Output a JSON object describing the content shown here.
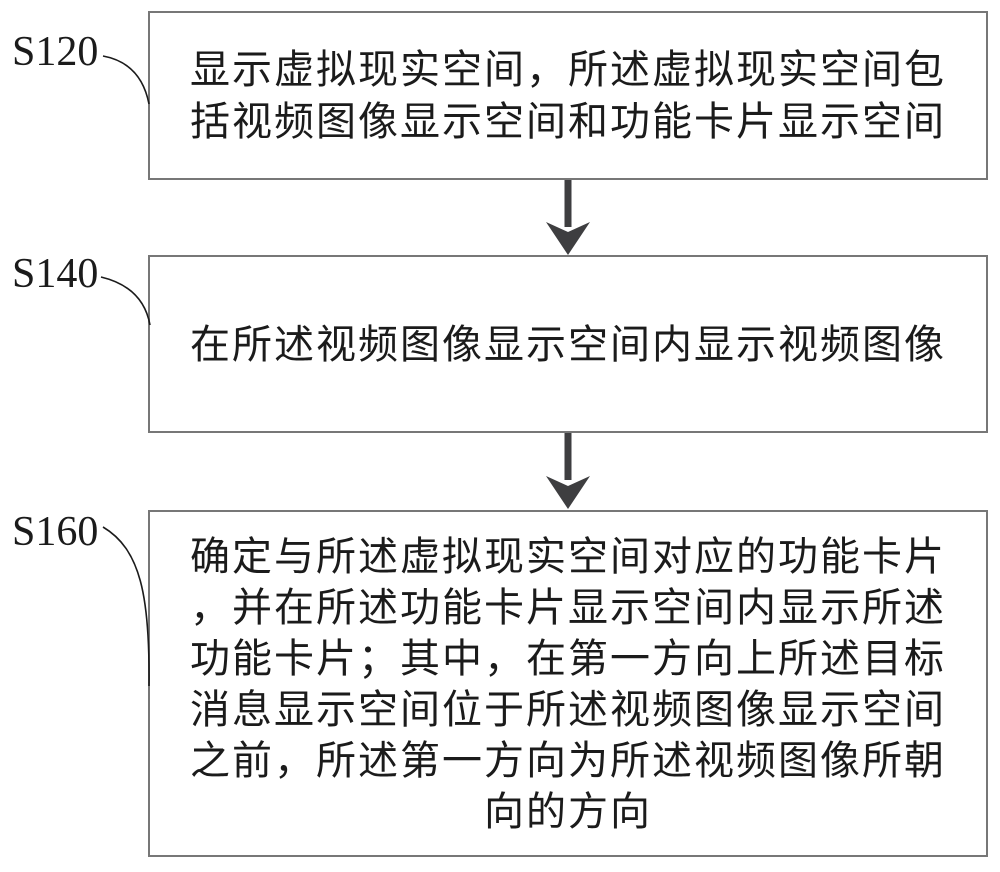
{
  "figure": {
    "type": "flowchart",
    "colors": {
      "ink": "#1b1b1b",
      "border": "#777777",
      "arrow": "#3e3e40",
      "bg": "#ffffff"
    },
    "steps": [
      {
        "label": "S120",
        "lines": [
          "显示虚拟现实空间，所述虚拟现实空间包",
          "括视频图像显示空间和功能卡片显示空间"
        ]
      },
      {
        "label": "S140",
        "lines": [
          "在所述视频图像显示空间内显示视频图像"
        ]
      },
      {
        "label": "S160",
        "lines": [
          "确定与所述虚拟现实空间对应的功能卡片",
          "，并在所述功能卡片显示空间内显示所述",
          "功能卡片；其中，在第一方向上所述目标",
          "消息显示空间位于所述视频图像显示空间",
          "之前，所述第一方向为所述视频图像所朝",
          "向的方向"
        ]
      }
    ]
  }
}
